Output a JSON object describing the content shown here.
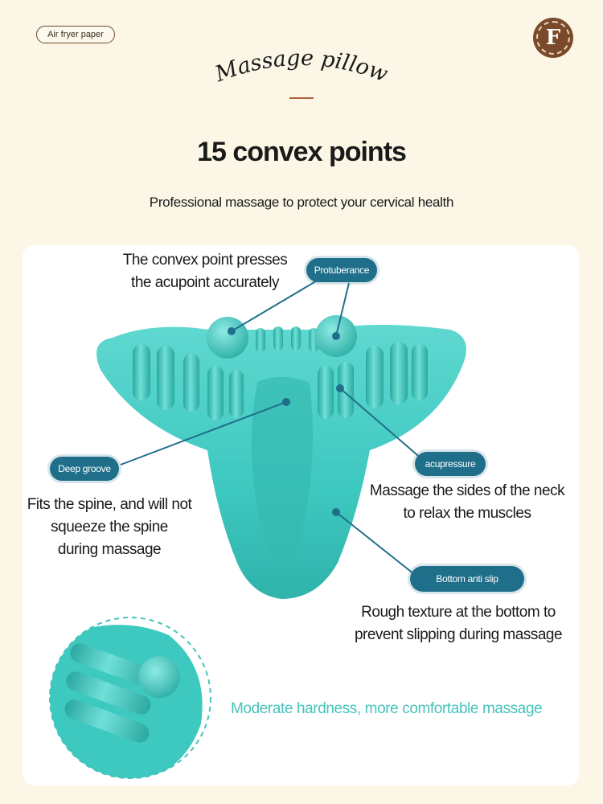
{
  "tag_label": "Air fryer paper",
  "logo_letter": "F",
  "script_title": "Massage pillow",
  "headline": "15 convex points",
  "subheadline": "Professional massage to protect your cervical health",
  "callouts": {
    "protuberance": {
      "label": "Protuberance",
      "text": [
        "The convex point presses",
        "the acupoint accurately"
      ]
    },
    "deep_groove": {
      "label": "Deep groove",
      "text": [
        "Fits the spine, and will not",
        "squeeze the spine",
        "during massage"
      ]
    },
    "acupressure": {
      "label": "acupressure",
      "text": [
        "Massage the sides of the neck",
        "to relax the muscles"
      ]
    },
    "bottom_anti_slip": {
      "label": "Bottom anti slip",
      "text": [
        "Rough texture at the bottom to",
        "prevent slipping during massage"
      ]
    }
  },
  "detail_caption": "Moderate hardness, more comfortable massage",
  "colors": {
    "background": "#fbf6e6",
    "product_teal": "#3dc8c0",
    "callout_pill": "#1f6f8b",
    "logo_brown": "#7a4a2b"
  }
}
